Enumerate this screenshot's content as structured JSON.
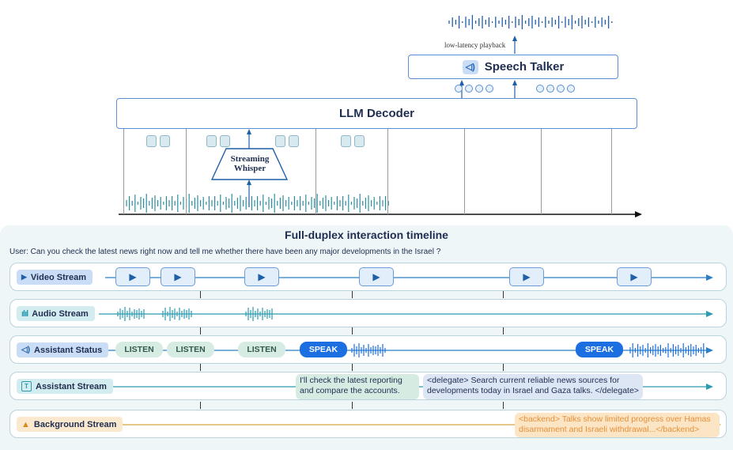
{
  "top": {
    "speech_talker": "Speech Talker",
    "playback_label": "low-latency playback",
    "llm_decoder": "LLM Decoder",
    "streaming_whisper_line1": "Streaming",
    "streaming_whisper_line2": "Whisper"
  },
  "timeline": {
    "title": "Full-duplex interaction timeline",
    "user_query": "User: Can you check the latest news right now and tell me whether there have been any major developments in the Israel ?",
    "lanes": {
      "video": "Video Stream",
      "audio": "Audio Stream",
      "status": "Assistant Status",
      "assistant": "Assistant Stream",
      "background": "Background Stream"
    },
    "status_pills": [
      "LISTEN",
      "LISTEN",
      "LISTEN",
      "SPEAK",
      "SPEAK"
    ],
    "assistant_reply": "I'll check the latest reporting and compare the accounts.",
    "delegate_text": "<delegate> Search current reliable news sources for developments today in Israel and Gaza talks. </delegate>",
    "backend_text": "<backend>  Talks show limited progress over Hamas disarmament and Israeli withdrawal...</backend>",
    "text_icon": "T"
  },
  "colors": {
    "accent": "#1c6fe0",
    "teal": "#4a9bb0",
    "listen_bg": "#d6ece3",
    "background_line": "#d9a441"
  },
  "icons": [
    "speaker-icon",
    "play-icon",
    "waveform-icon",
    "warning-triangle-icon",
    "text-icon"
  ]
}
